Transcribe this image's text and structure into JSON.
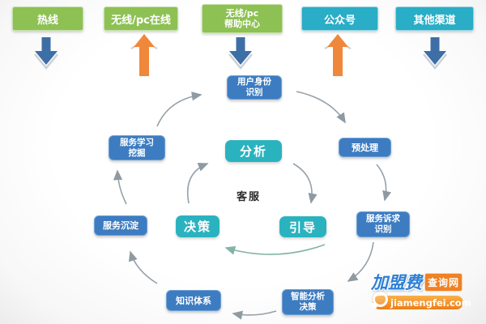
{
  "colors": {
    "channel_green": "#8dc153",
    "channel_teal": "#2aadc6",
    "flow_node_blue": "#3d7cc1",
    "center_node_teal": "#2ab3bf",
    "arrow_down_blue": "#3d6fa6",
    "arrow_up_orange": "#f0883c",
    "connector_gray": "#97a1a9",
    "logo_orange": "#f08124",
    "logo_blue": "#2e7fd4"
  },
  "channels": {
    "items": [
      {
        "label": "热线",
        "style": "green",
        "arrow": "down"
      },
      {
        "label": "无线/pc在线",
        "style": "green",
        "arrow": "up"
      },
      {
        "line1": "无线/pc",
        "line2": "帮助中心",
        "style": "green",
        "arrow": "down"
      },
      {
        "label": "公众号",
        "style": "teal",
        "arrow": "up"
      },
      {
        "label": "其他渠道",
        "style": "teal",
        "arrow": "down"
      }
    ]
  },
  "cycle": {
    "nodes": [
      {
        "line1": "用户身份",
        "line2": "识别"
      },
      {
        "label": "预处理"
      },
      {
        "line1": "服务诉求",
        "line2": "识别"
      },
      {
        "line1": "智能分析",
        "line2": "决策"
      },
      {
        "label": "知识体系"
      },
      {
        "label": "服务沉淀"
      },
      {
        "line1": "服务学习",
        "line2": "挖掘"
      }
    ]
  },
  "center": {
    "top": "分析",
    "left": "决策",
    "right": "引导",
    "label": "客服"
  },
  "watermark": {
    "brand": "加盟费",
    "suffix": "查询网",
    "domain": "jiamengfei.com"
  }
}
